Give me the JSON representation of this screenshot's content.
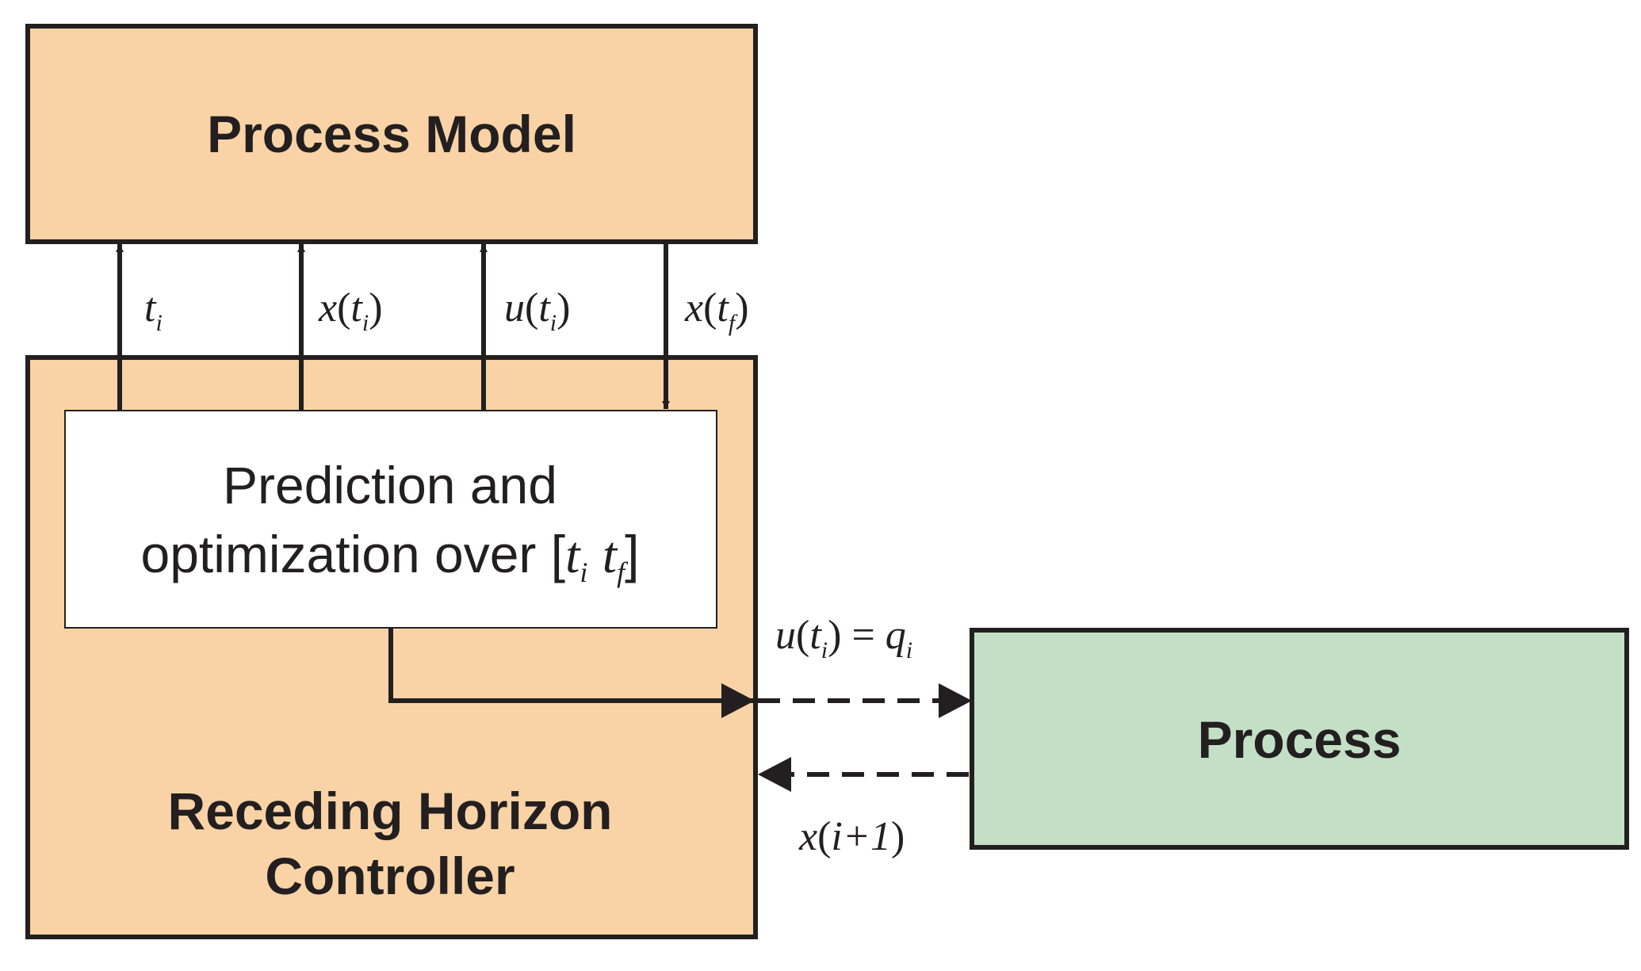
{
  "colors": {
    "model_fill": "#f9d3a5",
    "controller_fill": "#f9d3a5",
    "inner_fill": "#ffffff",
    "process_fill": "#c3e0c6",
    "stroke": "#231f20"
  },
  "blocks": {
    "process_model": {
      "title": "Process Model"
    },
    "controller": {
      "title_line1": "Receding Horizon",
      "title_line2": "Controller"
    },
    "prediction": {
      "line1": "Prediction and",
      "line2_prefix": "optimization over ["
    },
    "process": {
      "title": "Process"
    }
  },
  "signals": {
    "t_i": {
      "main": "t",
      "sub": "i"
    },
    "x_ti": {
      "fn": "x",
      "var": "t",
      "sub": "i"
    },
    "u_ti": {
      "fn": "u",
      "var": "t",
      "sub": "i"
    },
    "x_tf": {
      "fn": "x",
      "var": "t",
      "sub": "f"
    },
    "control_output": {
      "fn": "u",
      "var": "t",
      "sub": "i",
      "equals": "=",
      "rhs": "q",
      "rhs_sub": "i"
    },
    "feedback": {
      "fn": "x",
      "arg": "i+1"
    }
  },
  "interval": {
    "start": "t",
    "start_sub": "i",
    "end": "t",
    "end_sub": "f"
  }
}
